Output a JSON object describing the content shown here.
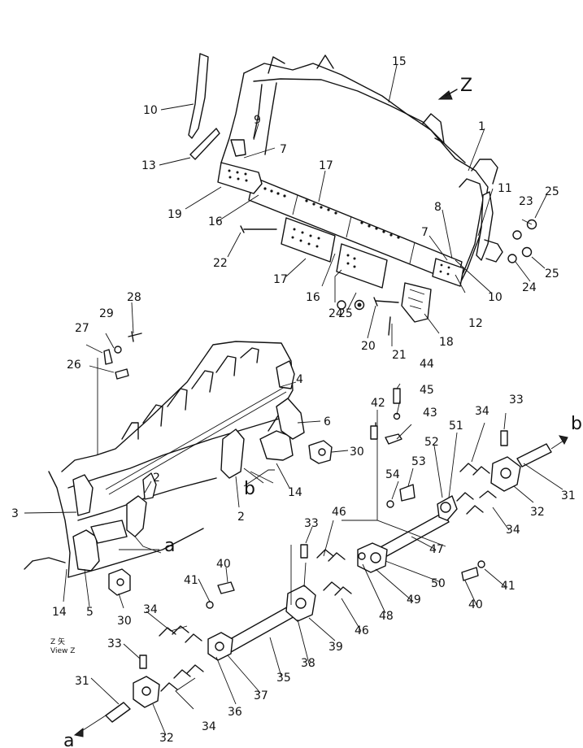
{
  "view_marker": "Z",
  "view_caption_line1": "Z  矢",
  "view_caption_line2": "View  Z",
  "ref_a": "a",
  "ref_b": "b",
  "callouts": [
    "1",
    "2",
    "3",
    "4",
    "5",
    "6",
    "7",
    "8",
    "9",
    "10",
    "11",
    "12",
    "13",
    "14",
    "15",
    "16",
    "17",
    "18",
    "19",
    "20",
    "21",
    "22",
    "23",
    "24",
    "25",
    "26",
    "27",
    "28",
    "29",
    "30",
    "31",
    "32",
    "33",
    "34",
    "35",
    "36",
    "37",
    "38",
    "39",
    "40",
    "41",
    "42",
    "43",
    "44",
    "45",
    "46",
    "47",
    "48",
    "49",
    "50",
    "51",
    "52",
    "53",
    "54"
  ]
}
